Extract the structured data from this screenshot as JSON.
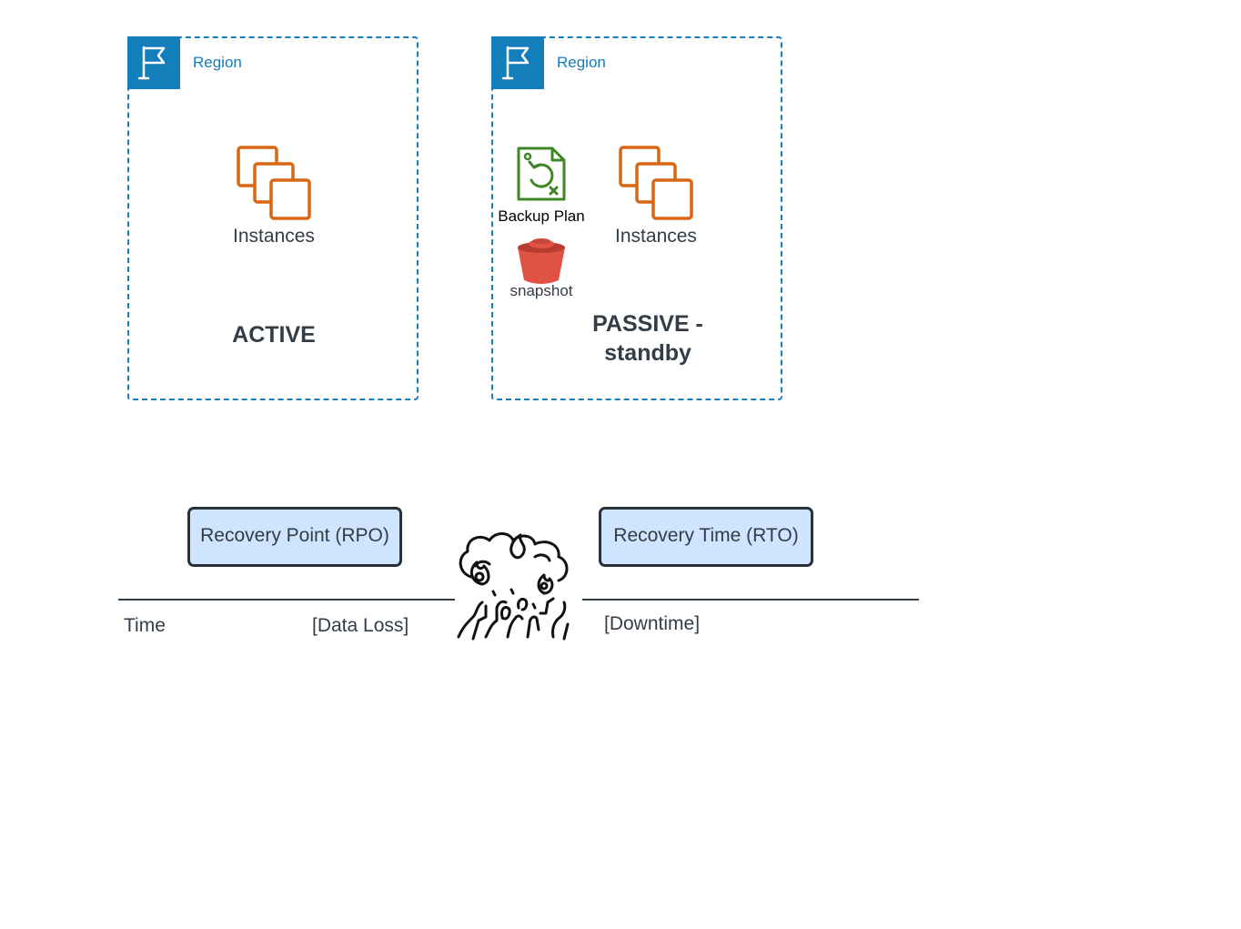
{
  "regions": [
    {
      "label": "Region",
      "instances_label": "Instances",
      "status": "ACTIVE"
    },
    {
      "label": "Region",
      "backup_label": "Backup Plan",
      "snapshot_label": "snapshot",
      "instances_label": "Instances",
      "status_line1": "PASSIVE -",
      "status_line2": "standby"
    }
  ],
  "timeline": {
    "rpo_label": "Recovery Point (RPO)",
    "rto_label": "Recovery Time (RTO)",
    "time_label": "Time",
    "data_loss_label": "[Data Loss]",
    "downtime_label": "[Downtime]"
  },
  "colors": {
    "region_border": "#147eba",
    "instance_icon": "#d86613",
    "backup_icon": "#3f8624",
    "snapshot_icon": "#e05243",
    "box_fill": "#cfe4ff",
    "text": "#333d47"
  },
  "icons": {
    "region": "region-flag-icon",
    "instances": "instances-icon",
    "backup": "backup-plan-icon",
    "snapshot": "snapshot-bucket-icon",
    "disaster": "disaster-fire-icon"
  }
}
